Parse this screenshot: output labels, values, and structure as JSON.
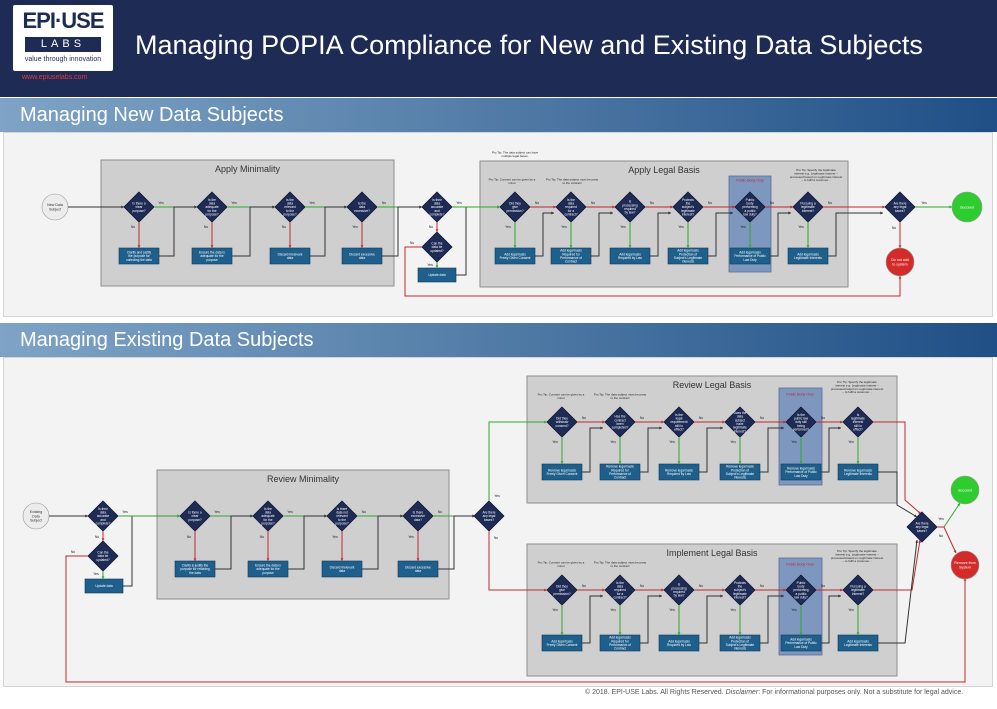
{
  "header": {
    "logo_top": "EPI·USE",
    "logo_bottom": "LABS",
    "logo_tagline": "value through innovation",
    "logo_url": "www.epiuselabs.com",
    "title": "Managing POPIA Compliance for New and Existing Data Subjects"
  },
  "sections": {
    "new": "Managing New Data Subjects",
    "existing": "Managing Existing Data Subjects"
  },
  "footer": {
    "copyright": "© 2018. EPI-USE Labs. All Rights Reserved.",
    "disclaimer_label": "Disclaimer",
    "disclaimer_text": ": For informational purposes only. Not a substitute for legal advice."
  },
  "diagram": {
    "yes": "Yes",
    "no": "No",
    "new": {
      "start": "New Data Subject",
      "minimality_title": "Apply Minimality",
      "legal_title": "Apply Legal Basis",
      "public_body": "Public Body Only",
      "pro_tips": [
        "Pro Tip: The data subject can have multiple legal bases.",
        "Pro Tip: Consent can be given by a minor",
        "Pro Tip: The data subject must be party to the contract",
        "Pro Tip: Specify the legitimate interest e.g. Legitimate interest – processed based on Legitimate interest – to fulfil a customer..."
      ],
      "min_questions": [
        "Is there a clear purpose?",
        "Is the data adequate for the purpose?",
        "Is the data relevant to the purpose?",
        "Is the data excessive?"
      ],
      "min_actions": [
        "Clarify and justify the purpose for collecting the data",
        "Ensure the data is adequate for the purpose",
        "Discard irrelevant data",
        "Discard excessive data"
      ],
      "accurate_q": "Is their data accurate and complete?",
      "updated_q": "Can the data be updated?",
      "update_action": "Update data",
      "legal_questions": [
        "Did they give permission?",
        "Is the data required for a contract?",
        "Is processing required by law?",
        "Protects the subject's legitimate interest?",
        "Public body performing a public law duty?",
        "Pursuing a legitimate interest?"
      ],
      "legal_actions": [
        "Add legal basis Freely Given Consent",
        "Add legal basis Required for Performance of Contract",
        "Add legal basis Required by Law",
        "Add legal basis Protection of Subject's Legitimate Interests",
        "Add legal basis Performance of Public Law Duty",
        "Add legal basis Legitimate Interests"
      ],
      "legal_q": "Are there any legal bases?",
      "success": "Succeed",
      "fail": "Do not add to system"
    },
    "existing": {
      "start": "Existing Data Subject",
      "accurate_q": "Is their data accurate and complete?",
      "updated_q": "Can the data be updated?",
      "update_action": "Update data",
      "minimality_title": "Review Minimality",
      "min_questions": [
        "Is there a clear purpose?",
        "Is the data adequate for the purpose?",
        "Is there data not relevant to the purpose?",
        "Is there excessive data?"
      ],
      "min_actions": [
        "Clarify & justify the purpose for retaining the data",
        "Ensure the data is adequate for the purpose",
        "Discard irrelevant data",
        "Discard excessive data"
      ],
      "any_legal_q": "Are there any legal bases?",
      "review_title": "Review Legal Basis",
      "public_body": "Public Body Only",
      "review_tips": [
        "Pro Tip: Consent can be given by a minor",
        "Pro Tip: The data subject must be party to the contract",
        "Pro Tip: Specify the legitimate interest e.g. Legitimate interest – processed based on Legitimate interest – to fulfil a customer..."
      ],
      "review_questions": [
        "Did they withdraw consent?",
        "Has the contract been completed?",
        "Is the legal requirement still in effect?",
        "Does the data subject have legitimate interest?",
        "Is the public law duty still being performed?",
        "Is legitimate interest still in effect?"
      ],
      "review_actions": [
        "Remove legal basis Freely Given Consent",
        "Remove legal basis Required for Performance of Contract",
        "Remove legal basis Required by Law",
        "Remove legal basis Protection of Subject's Legitimate Interests",
        "Remove legal basis Performance of Public Law Duty",
        "Remove legal basis Legitimate Interests"
      ],
      "implement_title": "Implement Legal Basis",
      "implement_tips": [
        "Pro Tip: Consent can be given by a minor",
        "Pro Tip: The data subject must be party to the contract",
        "Pro Tip: Specify the legitimate interest e.g. Legitimate interest – processed based on Legitimate interest – to fulfil a customer..."
      ],
      "implement_questions": [
        "Did they give permission?",
        "Is the data required for a contract?",
        "Is processing required by law?",
        "Protects the subject's legitimate interest?",
        "Public body performing a public law duty?",
        "Pursuing a legitimate interest?"
      ],
      "implement_actions": [
        "Add legal basis Freely Given Consent",
        "Add legal basis Required for Performance of Contract",
        "Add legal basis Required by Law",
        "Add legal basis Protection of Subject's Legitimate Interests",
        "Add legal basis Performance of Public Law Duty",
        "Add legal basis Legitimate Interests"
      ],
      "final_q": "Are there any legal bases?",
      "success": "Succeed",
      "fail": "Remove from System"
    }
  },
  "colors": {
    "header_bg": "#1d2b55",
    "diamond": "#1d2b55",
    "action": "#1f5f8b",
    "yes_line": "#2eaa2e",
    "no_line": "#c0282d",
    "success": "#2ecc2e",
    "fail": "#d32a2a",
    "public_body": "#7e97bf"
  }
}
